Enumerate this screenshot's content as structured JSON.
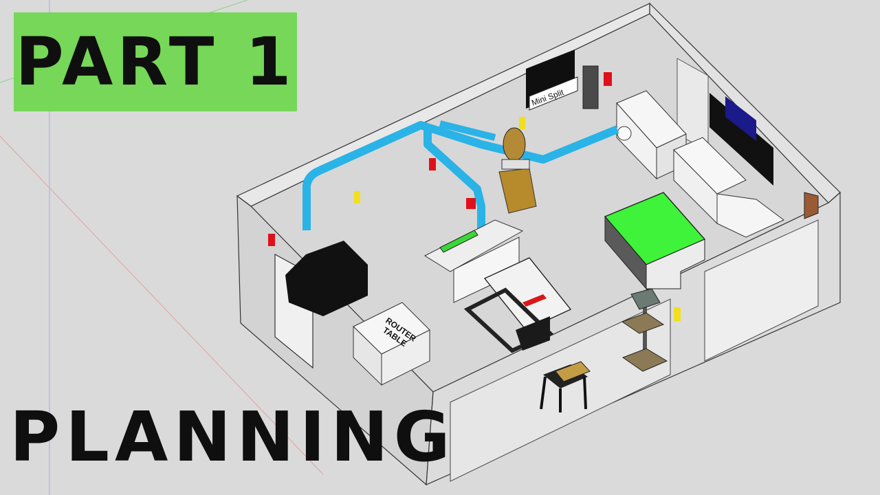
{
  "overlay": {
    "title": "PART 1",
    "subtitle": "PLANNING"
  },
  "labels": {
    "mini_split": "Mini Split",
    "router_table_line1": "ROUTER",
    "router_table_line2": "TABLE"
  },
  "colors": {
    "background": "#dadada",
    "banner": "#76d758",
    "dust_pipe": "#2ab3e6",
    "outfeed_table": "#3ef33a",
    "bandsaw_base": "#b78b2b",
    "receptacle_red": "#e0101a",
    "receptacle_yellow": "#f1df1c",
    "text": "#0f0f0f"
  },
  "icons": [
    "wall-outlet-icon"
  ]
}
